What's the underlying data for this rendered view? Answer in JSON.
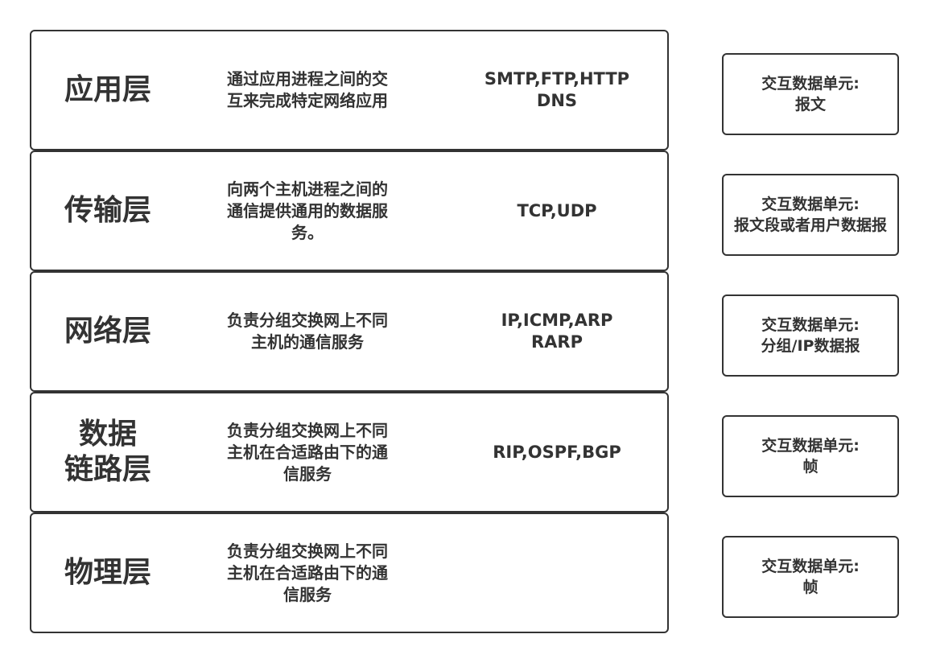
{
  "layers": [
    {
      "name": "应用层",
      "description": "通过应用进程之间的交互来完成特定网络应用",
      "protocols": "SMTP,FTP,HTTP\nDNS",
      "unit_label": "交互数据单元:",
      "unit_value": "报文"
    },
    {
      "name": "传输层",
      "description": "向两个主机进程之间的通信提供通用的数据服务。",
      "protocols": "TCP,UDP",
      "unit_label": "交互数据单元:",
      "unit_value": "报文段或者用户数据报"
    },
    {
      "name": "网络层",
      "description": "负责分组交换网上不同主机的通信服务",
      "protocols": "IP,ICMP,ARP\nRARP",
      "unit_label": "交互数据单元:",
      "unit_value": "分组/IP数据报"
    },
    {
      "name": "数据\n链路层",
      "description": "负责分组交换网上不同主机在合适路由下的通信服务",
      "protocols": "RIP,OSPF,BGP",
      "unit_label": "交互数据单元:",
      "unit_value": "帧"
    },
    {
      "name": "物理层",
      "description": "负责分组交换网上不同主机在合适路由下的通信服务",
      "protocols": "",
      "unit_label": "交互数据单元:",
      "unit_value": "帧"
    }
  ]
}
